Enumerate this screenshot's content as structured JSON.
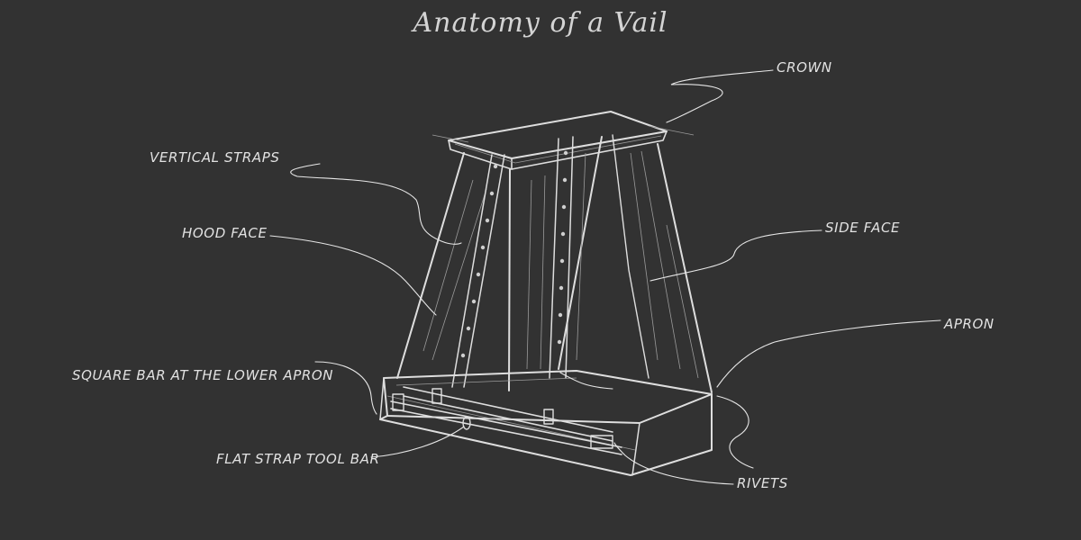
{
  "title": "Anatomy of a Vail",
  "labels": {
    "crown": "CROWN",
    "vertical_straps": "VERTICAL STRAPS",
    "hood_face": "HOOD FACE",
    "side_face": "SIDE FACE",
    "apron": "APRON",
    "square_bar": "SQUARE BAR AT THE LOWER APRON",
    "flat_strap": "FLAT STRAP TOOL BAR",
    "rivets": "RIVETS"
  },
  "colors": {
    "background": "#323232",
    "line": "#dedede"
  }
}
